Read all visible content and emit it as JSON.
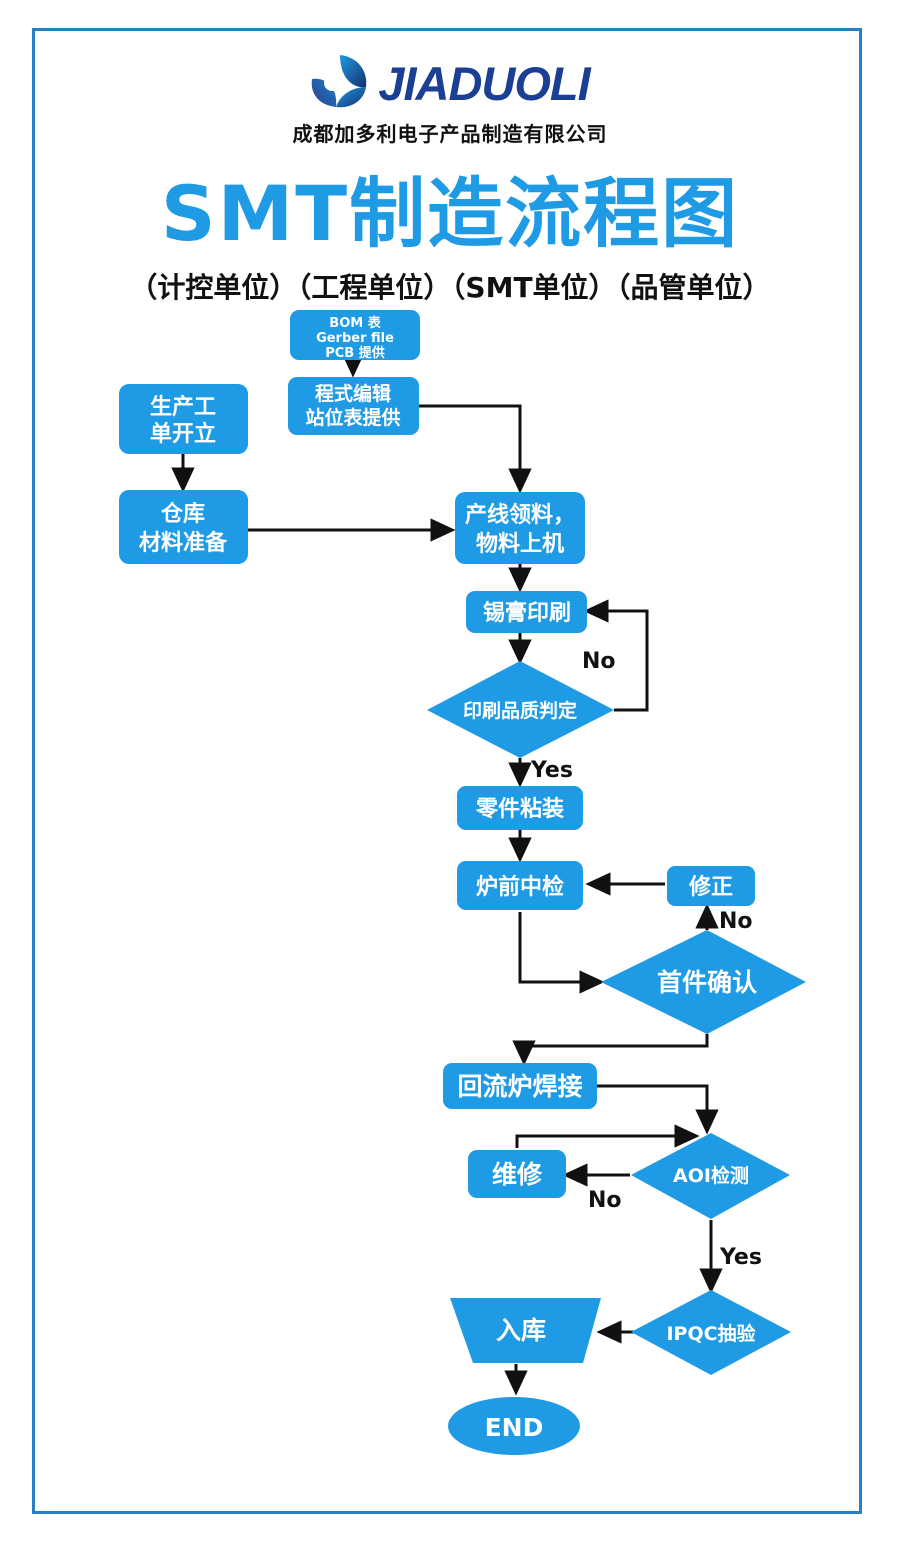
{
  "frame": {
    "border_color": "#2580c4"
  },
  "brand": {
    "logo_icon": "jiaduoli-swoosh-logo",
    "wordmark": "JIADUOLI",
    "company_cn": "成都加多利电子产品制造有限公司",
    "wordmark_color": "#1b3f94"
  },
  "header": {
    "title": "SMT制造流程图",
    "subtitle": "（计控单位）（工程单位）（SMT单位）（品管单位）",
    "title_color": "#1f9ae4"
  },
  "palette": {
    "node_blue": "#1f9ae4",
    "edge_black": "#111111",
    "text_white": "#ffffff"
  },
  "flow": {
    "nodes": [
      {
        "id": "bom",
        "shape": "rounded-rect",
        "lines": [
          "BOM 表",
          "Gerber file",
          "PCB 提供"
        ],
        "size": "sm"
      },
      {
        "id": "program",
        "shape": "rounded-rect",
        "lines": [
          "程式编辑",
          "站位表提供"
        ],
        "size": "md"
      },
      {
        "id": "workorder",
        "shape": "rounded-rect",
        "lines": [
          "生产工",
          "单开立"
        ],
        "size": "lg"
      },
      {
        "id": "warehouse",
        "shape": "rounded-rect",
        "lines": [
          "仓库",
          "材料准备"
        ],
        "size": "lg"
      },
      {
        "id": "linepick",
        "shape": "rounded-rect",
        "lines": [
          "产线领料，",
          "物料上机"
        ],
        "size": "lg"
      },
      {
        "id": "solderpaste",
        "shape": "rounded-rect",
        "lines": [
          "锡膏印刷"
        ],
        "size": "lg"
      },
      {
        "id": "printjudge",
        "shape": "diamond",
        "lines": [
          "印刷品质判定"
        ],
        "size": "md"
      },
      {
        "id": "placement",
        "shape": "rounded-rect",
        "lines": [
          "零件粘装"
        ],
        "size": "lg"
      },
      {
        "id": "preoven",
        "shape": "rounded-rect",
        "lines": [
          "炉前中检"
        ],
        "size": "lg"
      },
      {
        "id": "rework1",
        "shape": "rounded-rect",
        "lines": [
          "修正"
        ],
        "size": "lg"
      },
      {
        "id": "firstart",
        "shape": "diamond",
        "lines": [
          "首件确认"
        ],
        "size": "xl"
      },
      {
        "id": "reflow",
        "shape": "rounded-rect",
        "lines": [
          "回流炉焊接"
        ],
        "size": "xl"
      },
      {
        "id": "repair",
        "shape": "rounded-rect",
        "lines": [
          "维修"
        ],
        "size": "xl"
      },
      {
        "id": "aoi",
        "shape": "diamond",
        "lines": [
          "AOI检测"
        ],
        "size": "md"
      },
      {
        "id": "ipqc",
        "shape": "diamond",
        "lines": [
          "IPQC抽验"
        ],
        "size": "md"
      },
      {
        "id": "instock",
        "shape": "trapezoid",
        "lines": [
          "入库"
        ],
        "size": "xl"
      },
      {
        "id": "end",
        "shape": "ellipse",
        "lines": [
          "END"
        ],
        "size": "xl"
      }
    ],
    "edge_labels": [
      {
        "id": "print-no",
        "text": "No"
      },
      {
        "id": "print-yes",
        "text": "Yes"
      },
      {
        "id": "first-no",
        "text": "No"
      },
      {
        "id": "aoi-no",
        "text": "No"
      },
      {
        "id": "aoi-yes",
        "text": "Yes"
      }
    ]
  }
}
